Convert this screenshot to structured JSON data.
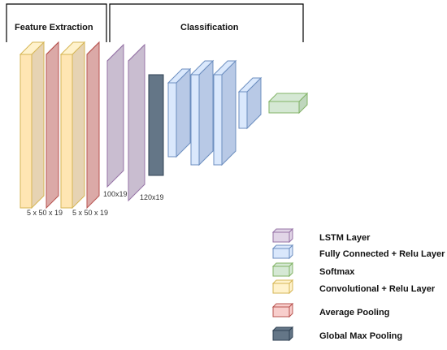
{
  "sections": {
    "feature_extraction": "Feature Extraction",
    "classification": "Classification"
  },
  "dimension_labels": {
    "conv_block_1": "5 x 50 x 19",
    "conv_block_2": "5 x 50 x 19",
    "lstm_1": "100x19",
    "lstm_2": "120x19"
  },
  "legend": [
    {
      "key": "lstm",
      "label": "LSTM Layer",
      "fill": "#e1d5e7",
      "stroke": "#9673a6"
    },
    {
      "key": "fc",
      "label": "Fully Connected + Relu Layer",
      "fill": "#dae8fc",
      "stroke": "#6c8ebf"
    },
    {
      "key": "softmax",
      "label": "Softmax",
      "fill": "#d5e8d4",
      "stroke": "#82b366"
    },
    {
      "key": "conv",
      "label": "Convolutional + Relu Layer",
      "fill": "#fff2cc",
      "stroke": "#d6b656"
    },
    {
      "key": "avgpool",
      "label": "Average Pooling",
      "fill": "#f8cecc",
      "stroke": "#b85450"
    },
    {
      "key": "gmp",
      "label": "Global Max Pooling",
      "fill": "#647687",
      "stroke": "#314354"
    }
  ],
  "layer_styles": {
    "conv": {
      "front": "#ffe6b3",
      "top": "#fff2cc",
      "side": "#e6d3b3",
      "stroke": "#d6b656"
    },
    "avgpool": {
      "front": "#f8cecc",
      "top": "#f8cecc",
      "side": "#dba9a7",
      "stroke": "#b85450"
    },
    "lstm": {
      "front": "#e1d5e7",
      "top": "#e1d5e7",
      "side": "#c9bdd0",
      "stroke": "#9673a6"
    },
    "gmp": {
      "front": "#647687",
      "top": "#647687",
      "side": "#647687",
      "stroke": "#314354"
    },
    "fc": {
      "front": "#dae8fc",
      "top": "#dae8fc",
      "side": "#b8c9e6",
      "stroke": "#6c8ebf"
    },
    "softmax": {
      "front": "#d5e8d4",
      "top": "#d5e8d4",
      "side": "#bfd6bd",
      "stroke": "#82b366"
    }
  },
  "layers": [
    {
      "name": "conv-layer-1",
      "kind": "conv"
    },
    {
      "name": "avgpool-layer-1",
      "kind": "avgpool"
    },
    {
      "name": "conv-layer-2",
      "kind": "conv"
    },
    {
      "name": "avgpool-layer-2",
      "kind": "avgpool"
    },
    {
      "name": "lstm-layer-1",
      "kind": "lstm"
    },
    {
      "name": "lstm-layer-2",
      "kind": "lstm"
    },
    {
      "name": "global-max-pooling-layer",
      "kind": "gmp"
    },
    {
      "name": "fc-layer-1",
      "kind": "fc"
    },
    {
      "name": "fc-layer-2",
      "kind": "fc"
    },
    {
      "name": "fc-layer-3",
      "kind": "fc"
    },
    {
      "name": "fc-layer-4",
      "kind": "fc"
    },
    {
      "name": "softmax-layer",
      "kind": "softmax"
    }
  ]
}
